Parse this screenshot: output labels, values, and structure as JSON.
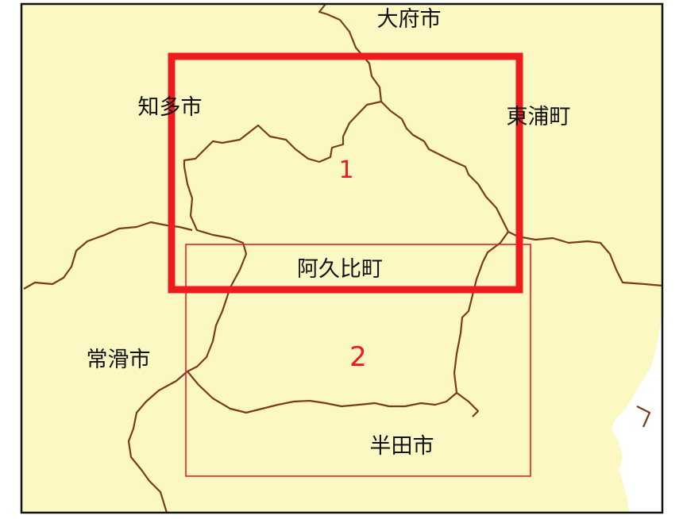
{
  "colors": {
    "land": "#fcf8c4",
    "sea": "#ffffff",
    "frame": "#111111",
    "boundary": "#7a3b1c",
    "highlight": "#ee1c1c"
  },
  "places": {
    "obu": "大府市",
    "chita": "知多市",
    "higashiura": "東浦町",
    "agui": "阿久比町",
    "tokoname": "常滑市",
    "handa": "半田市"
  },
  "sheets": [
    {
      "number": "1",
      "emphasis": "selected"
    },
    {
      "number": "2",
      "emphasis": "normal"
    }
  ]
}
